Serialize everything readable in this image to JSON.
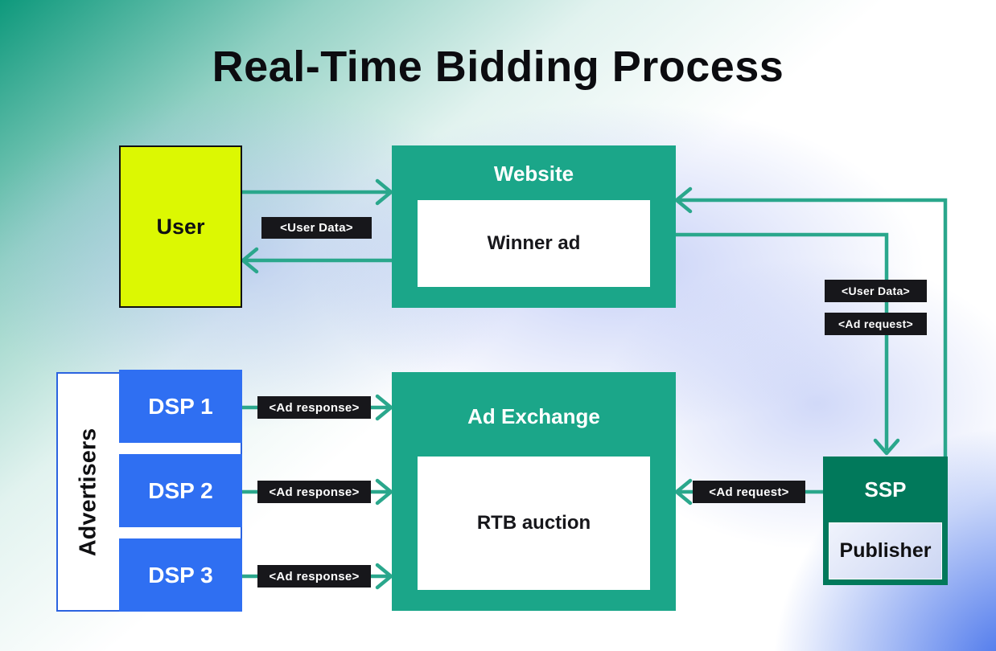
{
  "title": "Real-Time Bidding Process",
  "nodes": {
    "user": {
      "label": "User"
    },
    "website": {
      "label": "Website",
      "inner": "Winner ad"
    },
    "ad_exchange": {
      "label": "Ad Exchange",
      "inner": "RTB auction"
    },
    "advertisers": {
      "label": "Advertisers",
      "dsps": [
        "DSP 1",
        "DSP 2",
        "DSP 3"
      ]
    },
    "ssp": {
      "label": "SSP",
      "publisher": "Publisher"
    }
  },
  "badges": {
    "user_data_left": "<User Data>",
    "user_data_right": "<User Data>",
    "ad_request_right": "<Ad request>",
    "ad_request_mid": "<Ad request>",
    "ad_response_dsp1": "<Ad response>",
    "ad_response_dsp2": "<Ad response>",
    "ad_response_dsp3": "<Ad response>"
  },
  "arrows": [
    {
      "from": "User",
      "to": "Website",
      "label": "<User Data>"
    },
    {
      "from": "Website",
      "to": "User",
      "label": ""
    },
    {
      "from": "Website",
      "to": "SSP",
      "label": "<User Data> <Ad request>"
    },
    {
      "from": "SSP",
      "to": "Website",
      "label": ""
    },
    {
      "from": "SSP",
      "to": "Ad Exchange",
      "label": "<Ad request>"
    },
    {
      "from": "DSP 1",
      "to": "Ad Exchange",
      "label": "<Ad response>"
    },
    {
      "from": "DSP 2",
      "to": "Ad Exchange",
      "label": "<Ad response>"
    },
    {
      "from": "DSP 3",
      "to": "Ad Exchange",
      "label": "<Ad response>"
    }
  ],
  "colors": {
    "teal_box": "#1ba689",
    "dark_green_box": "#01795b",
    "dsp_blue": "#2f6ff2",
    "user_lime": "#dcf802",
    "badge_black": "#17171b",
    "arrow_teal": "#2aa78c",
    "bg_corner_teal": "#0e997c",
    "bg_corner_blue": "#2b5ee8"
  }
}
